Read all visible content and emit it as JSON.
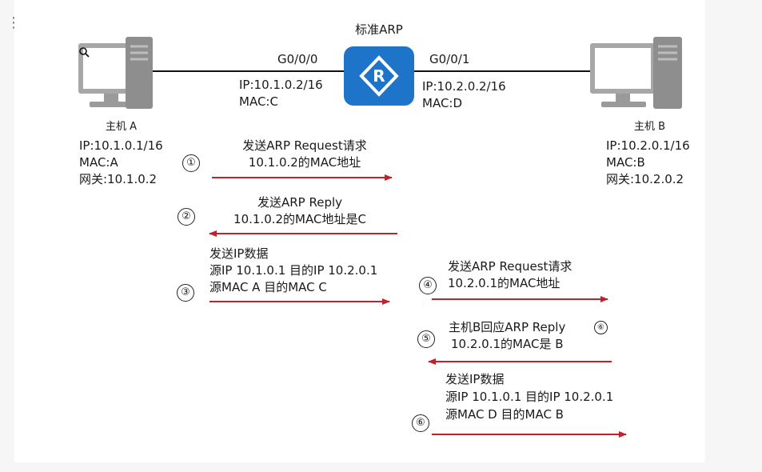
{
  "router": {
    "title": "标准ARP",
    "symbol": "R",
    "left_iface": {
      "name": "G0/0/0",
      "ip": "IP:10.1.0.2/16",
      "mac": "MAC:C"
    },
    "right_iface": {
      "name": "G0/0/1",
      "ip": "IP:10.2.0.2/16",
      "mac": "MAC:D"
    }
  },
  "host_a": {
    "name": "主机 A",
    "ip": "IP:10.1.0.1/16",
    "mac": "MAC:A",
    "gateway": "网关:10.1.0.2"
  },
  "host_b": {
    "name": "主机 B",
    "ip": "IP:10.2.0.1/16",
    "mac": "MAC:B",
    "gateway": "网关:10.2.0.2"
  },
  "steps": {
    "s1": {
      "num": "①",
      "line1": "发送ARP Request请求",
      "line2": "10.1.0.2的MAC地址"
    },
    "s2": {
      "num": "②",
      "line1": "发送ARP Reply",
      "line2": "10.1.0.2的MAC地址是C"
    },
    "s3": {
      "num": "③",
      "line1": "发送IP数据",
      "line2": "源IP 10.1.0.1 目的IP 10.2.0.1",
      "line3": "源MAC A 目的MAC C"
    },
    "s4": {
      "num": "④",
      "line1": "发送ARP Request请求",
      "line2": "10.2.0.1的MAC地址"
    },
    "s5": {
      "num": "⑤",
      "line1": "主机B回应ARP Reply",
      "badge": "⑥",
      "line2": "10.2.0.1的MAC是 B"
    },
    "s6": {
      "num": "⑥",
      "line1": "发送IP数据",
      "line2": "源IP 10.1.0.1 目的IP 10.2.0.1",
      "line3": "源MAC D 目的MAC B"
    }
  },
  "colors": {
    "arrow": "#c0212b",
    "router": "#1d74c9",
    "computer": "#9a9a9a"
  }
}
